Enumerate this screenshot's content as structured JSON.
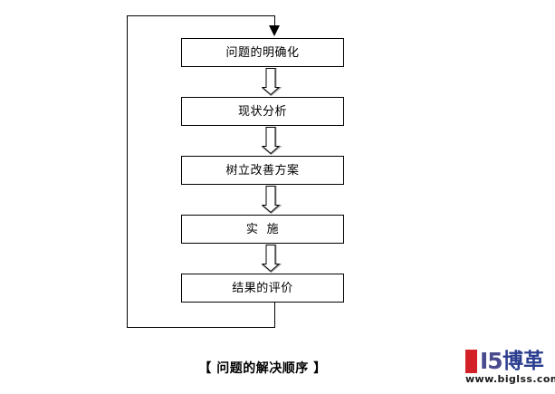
{
  "diagram": {
    "title": "【 问题的解决顺序 】",
    "nodes": [
      {
        "label": "问题的明确化"
      },
      {
        "label": "现状分析"
      },
      {
        "label": "树立改善方案"
      },
      {
        "label": "实  施"
      },
      {
        "label": "结果的评价"
      }
    ],
    "connectors": [
      {
        "name": "arrow-down-1",
        "from": "问题的明确化",
        "to": "现状分析",
        "style": "hollow-block-arrow"
      },
      {
        "name": "arrow-down-2",
        "from": "现状分析",
        "to": "树立改善方案",
        "style": "hollow-block-arrow"
      },
      {
        "name": "arrow-down-3",
        "from": "树立改善方案",
        "to": "实  施",
        "style": "hollow-block-arrow"
      },
      {
        "name": "arrow-down-4",
        "from": "实  施",
        "to": "结果的评价",
        "style": "hollow-block-arrow"
      },
      {
        "name": "feedback-loop",
        "from": "结果的评价",
        "to": "问题的明确化",
        "style": "solid-line-with-arrowhead"
      }
    ],
    "colors": {
      "line": "#000000",
      "box_fill": "#ffffff",
      "text": "#000000",
      "arrow_shadow": "#a0a0a0"
    }
  },
  "watermark": {
    "mark_left": "I5",
    "brand": "博革",
    "url": "www.biglss.com",
    "colors": {
      "red": "#d42027",
      "purple": "#4a4a8f",
      "navy": "#2b3d8f",
      "url_text": "#1a1a1a"
    }
  }
}
